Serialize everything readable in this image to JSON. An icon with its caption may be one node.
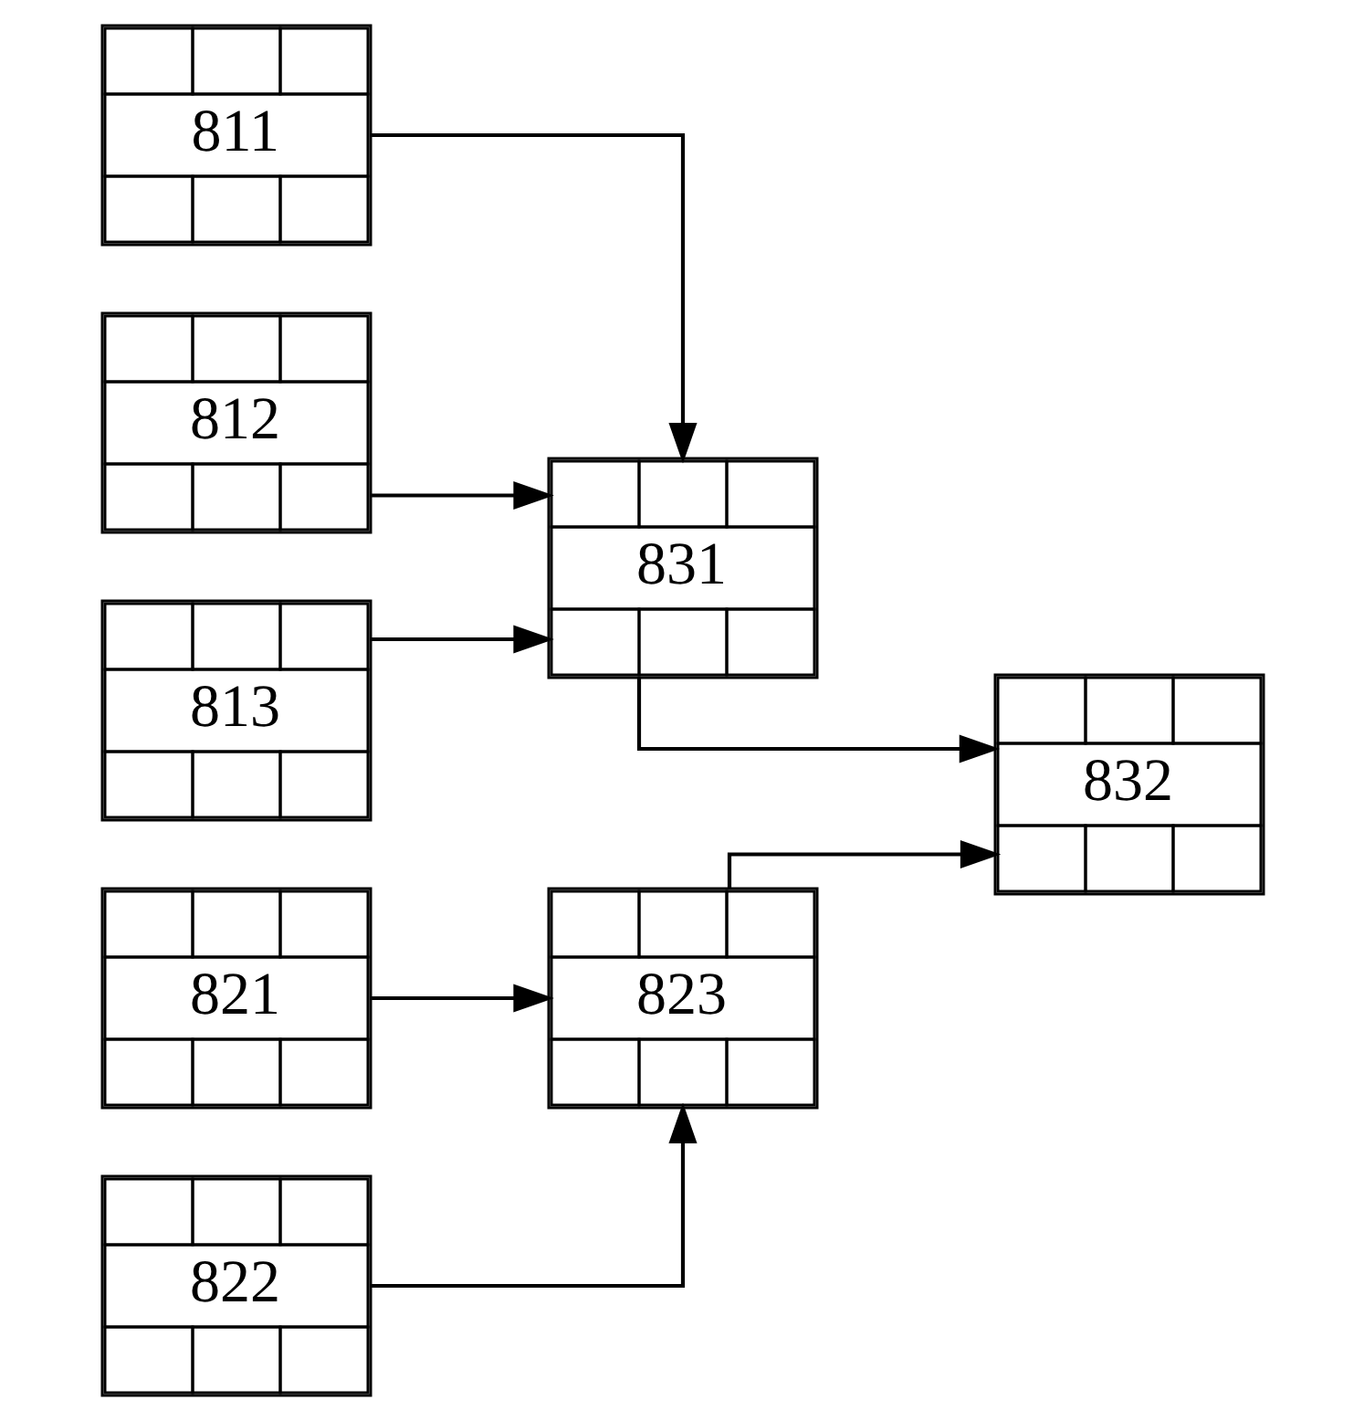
{
  "diagram": {
    "nodes": [
      {
        "text": [
          "811"
        ]
      },
      {
        "text": [
          "812"
        ]
      },
      {
        "text": [
          "813"
        ]
      },
      {
        "text": [
          "821"
        ]
      },
      {
        "text": [
          "822"
        ]
      },
      {
        "text": [
          "831"
        ]
      },
      {
        "text": [
          "823"
        ]
      },
      {
        "text": [
          "832"
        ]
      }
    ],
    "edges": [
      {
        "from": 0,
        "to": 5,
        "arrow": "to"
      },
      {
        "from": 1,
        "to": 5,
        "arrow": "to"
      },
      {
        "from": 2,
        "to": 5,
        "arrow": "to"
      },
      {
        "from": 3,
        "to": 6,
        "arrow": "to"
      },
      {
        "from": 4,
        "to": 6,
        "arrow": "to"
      },
      {
        "from": 5,
        "to": 7,
        "arrow": "to"
      },
      {
        "from": 6,
        "to": 7,
        "arrow": "to"
      }
    ]
  }
}
